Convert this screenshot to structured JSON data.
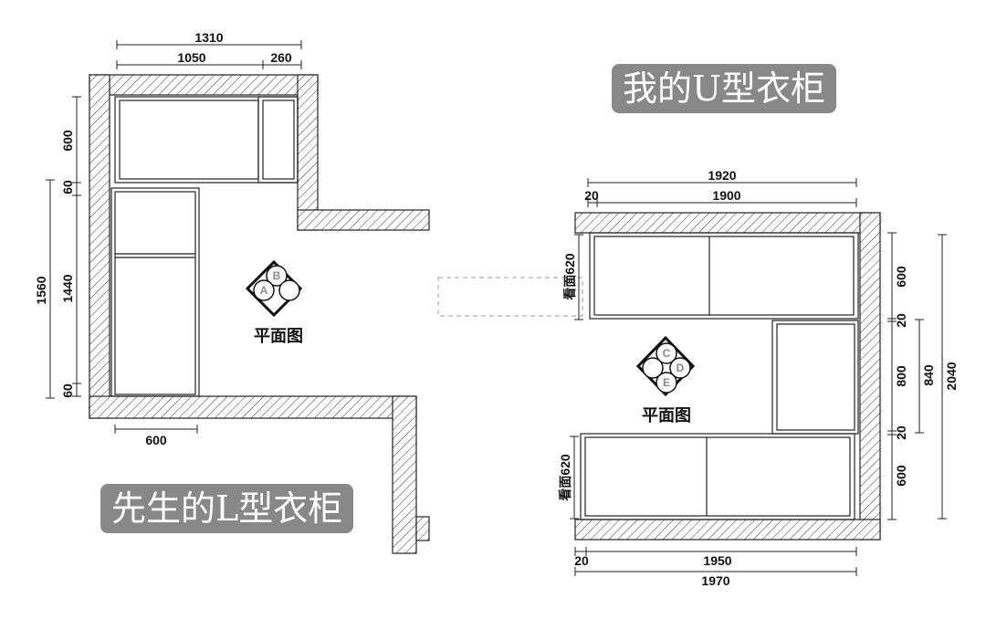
{
  "titles": {
    "right": "我的U型衣柜",
    "left": "先生的L型衣柜"
  },
  "left_plan": {
    "dims": {
      "total_width": "1310",
      "seg_a": "1050",
      "seg_b": "260",
      "v_600": "600",
      "v_60_top": "60",
      "v_1560": "1560",
      "v_1440": "1440",
      "v_60_bottom": "60",
      "bottom_600": "600"
    },
    "symbol_letters": [
      "B",
      "A"
    ],
    "plan_label": "平面图"
  },
  "right_plan": {
    "dims": {
      "top_1920": "1920",
      "top_20": "20",
      "top_1900": "1900",
      "side_top": "看面620",
      "side_bottom": "看面620",
      "r_600_top": "600",
      "r_20_a": "20",
      "r_800": "800",
      "r_840": "840",
      "r_20_b": "20",
      "r_600_bottom": "600",
      "r_2040": "2040",
      "bottom_20": "20",
      "bottom_1950": "1950",
      "bottom_1970": "1970"
    },
    "symbol_letters": [
      "C",
      "D",
      "E"
    ],
    "plan_label": "平面图"
  }
}
